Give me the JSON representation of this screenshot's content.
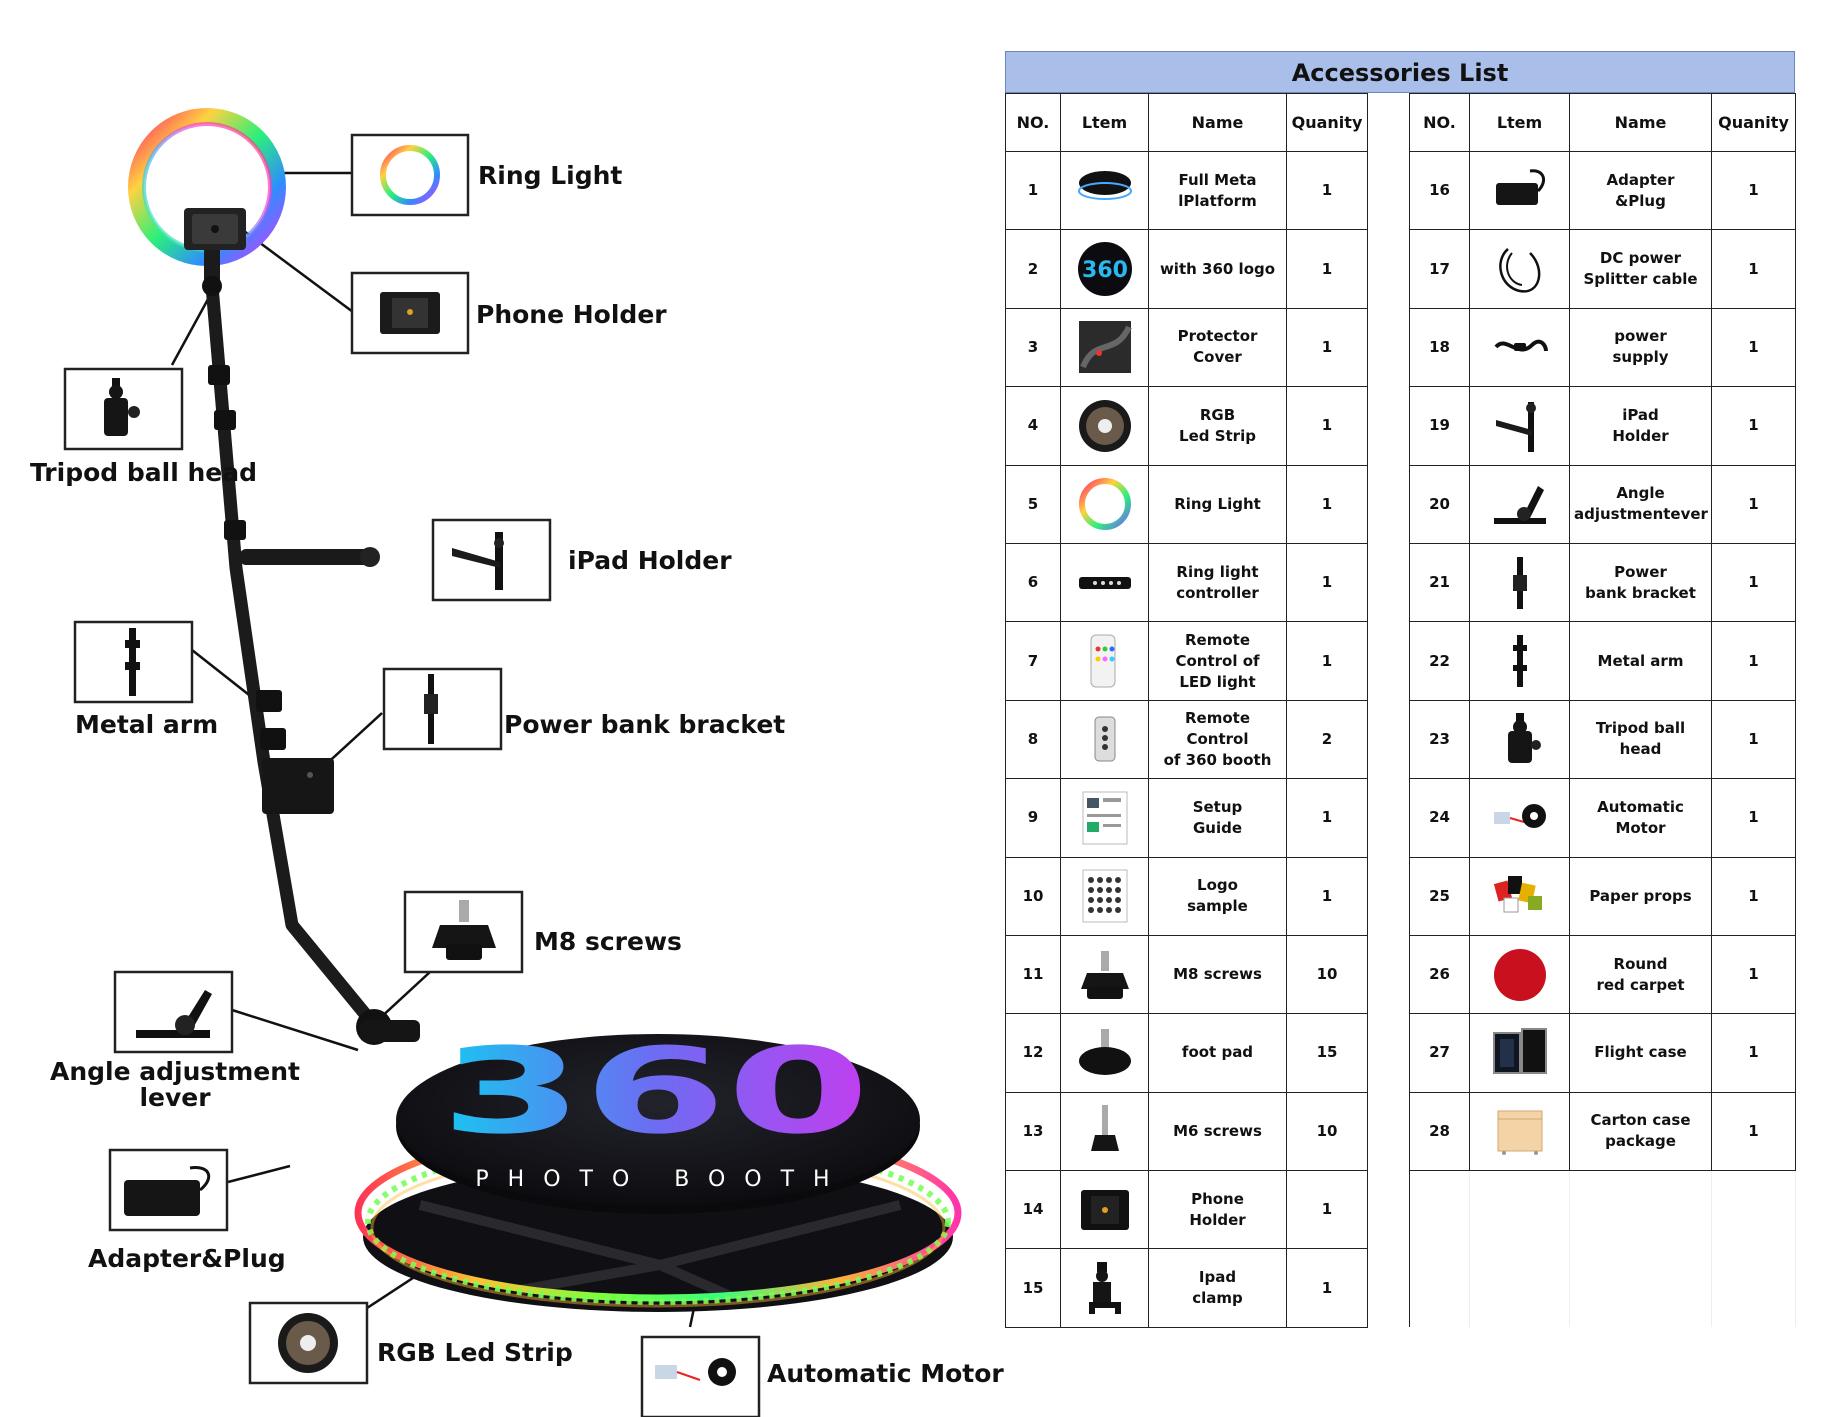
{
  "diagram": {
    "logo_main": "360",
    "logo_sub": "PHOTO BOOTH",
    "callouts": [
      {
        "id": "ring-light",
        "label": "Ring Light"
      },
      {
        "id": "phone-holder",
        "label": "Phone Holder"
      },
      {
        "id": "tripod-ball-head",
        "label": "Tripod ball head"
      },
      {
        "id": "ipad-holder",
        "label": "iPad Holder"
      },
      {
        "id": "metal-arm",
        "label": "Metal arm"
      },
      {
        "id": "power-bank-bracket",
        "label": "Power bank bracket"
      },
      {
        "id": "m8-screws",
        "label": "M8 screws"
      },
      {
        "id": "angle-adjustment-lever",
        "label_line1": "Angle adjustment",
        "label_line2": "lever"
      },
      {
        "id": "adapter-plug",
        "label": "Adapter&Plug"
      },
      {
        "id": "rgb-led-strip",
        "label": "RGB Led Strip"
      },
      {
        "id": "automatic-motor",
        "label": "Automatic Motor"
      }
    ]
  },
  "colors": {
    "header_blue": "#a9bfe9",
    "platform_dark": "#1a1a22",
    "logo_cyan": "#19c6f0",
    "logo_magenta": "#c23ef0",
    "carpet_red": "#c8101e"
  },
  "accessories": {
    "title": "Accessories List",
    "headers": [
      "NO.",
      "Ltem",
      "Name",
      "Quanity"
    ],
    "left": [
      {
        "no": "1",
        "icon": "platform-icon",
        "name": [
          "Full Meta",
          "lPlatform"
        ],
        "qty": "1"
      },
      {
        "no": "2",
        "icon": "360-logo-icon",
        "name": [
          "with 360 logo"
        ],
        "qty": "1"
      },
      {
        "no": "3",
        "icon": "protector-cover-icon",
        "name": [
          "Protector",
          "Cover"
        ],
        "qty": "1"
      },
      {
        "no": "4",
        "icon": "led-reel-icon",
        "name": [
          "RGB",
          "Led Strip"
        ],
        "qty": "1"
      },
      {
        "no": "5",
        "icon": "ring-light-icon",
        "name": [
          "Ring Light"
        ],
        "qty": "1"
      },
      {
        "no": "6",
        "icon": "controller-icon",
        "name": [
          "Ring light",
          "controller"
        ],
        "qty": "1"
      },
      {
        "no": "7",
        "icon": "rgb-remote-icon",
        "name": [
          "Remote",
          "Control of",
          "LED light"
        ],
        "qty": "1"
      },
      {
        "no": "8",
        "icon": "key-remote-icon",
        "name": [
          "Remote",
          "Control",
          "of 360 booth"
        ],
        "qty": "2"
      },
      {
        "no": "9",
        "icon": "guide-icon",
        "name": [
          "Setup",
          "Guide"
        ],
        "qty": "1"
      },
      {
        "no": "10",
        "icon": "logo-sample-icon",
        "name": [
          "Logo",
          "sample"
        ],
        "qty": "1"
      },
      {
        "no": "11",
        "icon": "m8-screw-icon",
        "name": [
          "M8 screws"
        ],
        "qty": "10"
      },
      {
        "no": "12",
        "icon": "foot-pad-icon",
        "name": [
          "foot pad"
        ],
        "qty": "15"
      },
      {
        "no": "13",
        "icon": "m6-screw-icon",
        "name": [
          "M6 screws"
        ],
        "qty": "10"
      },
      {
        "no": "14",
        "icon": "phone-holder-icon",
        "name": [
          "Phone",
          "Holder"
        ],
        "qty": "1"
      },
      {
        "no": "15",
        "icon": "ipad-clamp-icon",
        "name": [
          "Ipad",
          "clamp"
        ],
        "qty": "1"
      }
    ],
    "right": [
      {
        "no": "16",
        "icon": "adapter-icon",
        "name": [
          "Adapter",
          "&Plug"
        ],
        "qty": "1"
      },
      {
        "no": "17",
        "icon": "cable-icon",
        "name": [
          "DC power",
          "Splitter cable"
        ],
        "qty": "1"
      },
      {
        "no": "18",
        "icon": "power-supply-icon",
        "name": [
          "power",
          "supply"
        ],
        "qty": "1"
      },
      {
        "no": "19",
        "icon": "ipad-holder-icon",
        "name": [
          "iPad",
          "Holder"
        ],
        "qty": "1"
      },
      {
        "no": "20",
        "icon": "angle-lever-icon",
        "name": [
          "Angle",
          "adjustmentever"
        ],
        "qty": "1"
      },
      {
        "no": "21",
        "icon": "power-bank-bracket-icon",
        "name": [
          "Power",
          "bank bracket"
        ],
        "qty": "1"
      },
      {
        "no": "22",
        "icon": "metal-arm-icon",
        "name": [
          "Metal arm"
        ],
        "qty": "1"
      },
      {
        "no": "23",
        "icon": "tripod-head-icon",
        "name": [
          "Tripod ball head"
        ],
        "qty": "1"
      },
      {
        "no": "24",
        "icon": "motor-icon",
        "name": [
          "Automatic",
          "Motor"
        ],
        "qty": "1"
      },
      {
        "no": "25",
        "icon": "paper-props-icon",
        "name": [
          "Paper props"
        ],
        "qty": "1"
      },
      {
        "no": "26",
        "icon": "red-carpet-icon",
        "name": [
          "Round",
          "red carpet"
        ],
        "qty": "1"
      },
      {
        "no": "27",
        "icon": "flight-case-icon",
        "name": [
          "Flight case"
        ],
        "qty": "1"
      },
      {
        "no": "28",
        "icon": "carton-icon",
        "name": [
          "Carton case",
          "package"
        ],
        "qty": "1"
      }
    ]
  }
}
